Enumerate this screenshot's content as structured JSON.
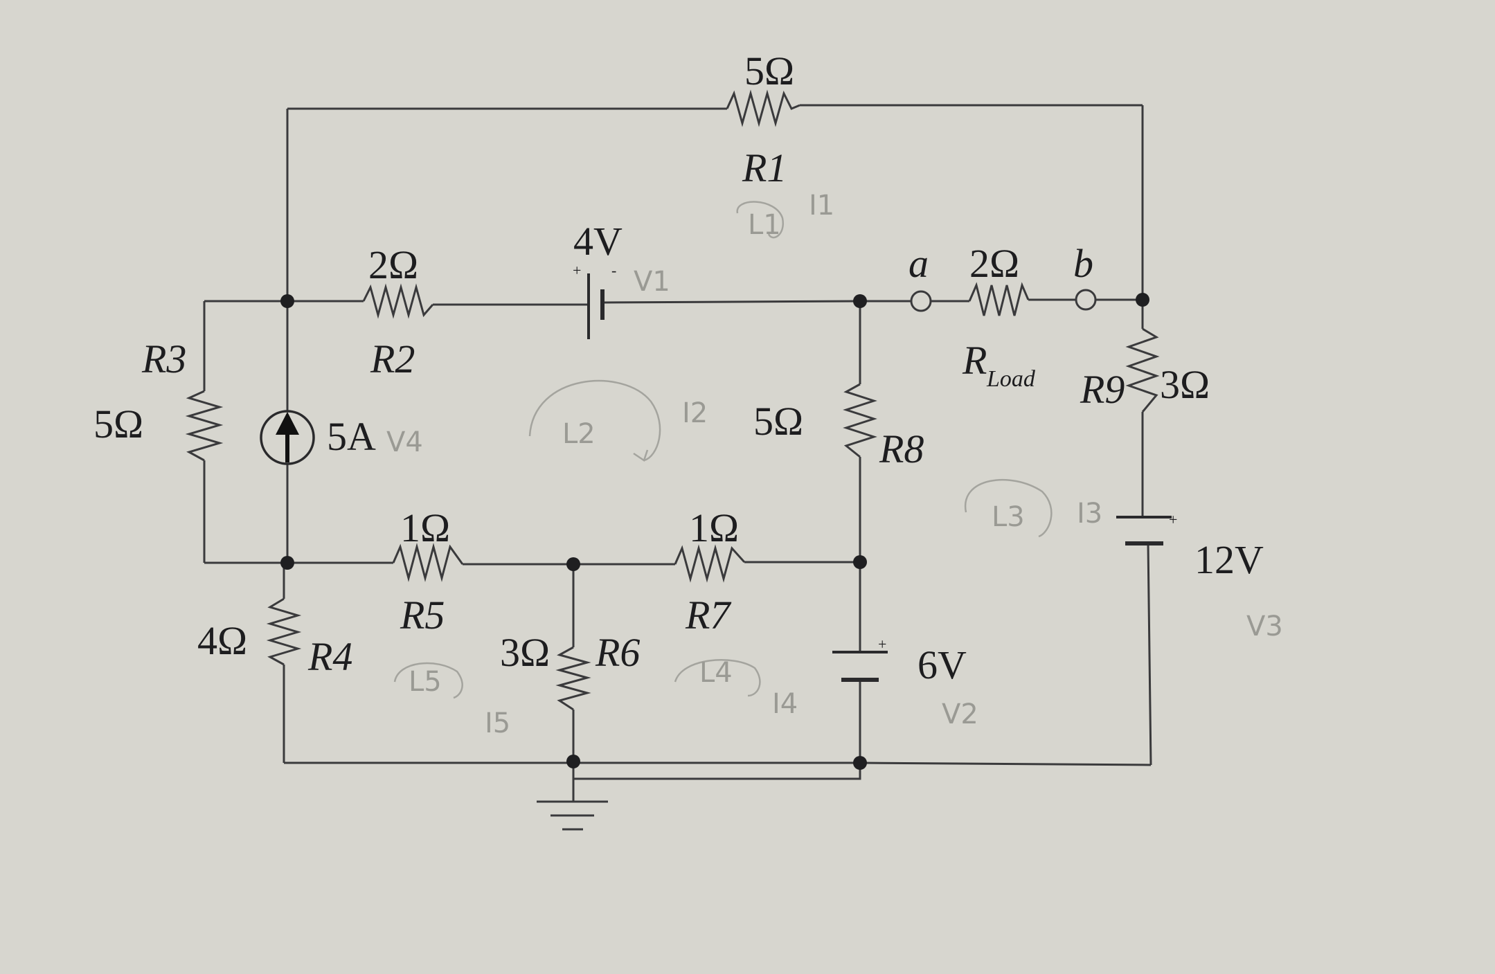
{
  "labels": {
    "r1_value": "5Ω",
    "r1_name": "R1",
    "r2_value": "2Ω",
    "r2_name": "R2",
    "v4v": "4V",
    "a": "a",
    "rload_value": "2Ω",
    "b": "b",
    "rload_r": "R",
    "rload_sub": "Load",
    "r9": "R9",
    "r9_value": "3Ω",
    "r3_name": "R3",
    "r3_value": "5Ω",
    "source_5a": "5A",
    "r8_value": "5Ω",
    "r8_name": "R8",
    "r5_value": "1Ω",
    "r5_name": "R5",
    "r7_value": "1Ω",
    "r7_name": "R7",
    "v12": "12V",
    "r4_value": "4Ω",
    "r4_name": "R4",
    "r6_value": "3Ω",
    "r6_name": "R6",
    "v6": "6V",
    "plus": "+",
    "minus": "-"
  },
  "annotations": {
    "v1": "V1",
    "v2": "V2",
    "v3": "V3",
    "v4": "V4",
    "i1": "I1",
    "i2": "I2",
    "i3": "I3",
    "i4": "I4",
    "i5": "I5",
    "l1": "L1",
    "l2": "L2",
    "l3": "L3",
    "l4": "L4",
    "l5": "L5"
  }
}
